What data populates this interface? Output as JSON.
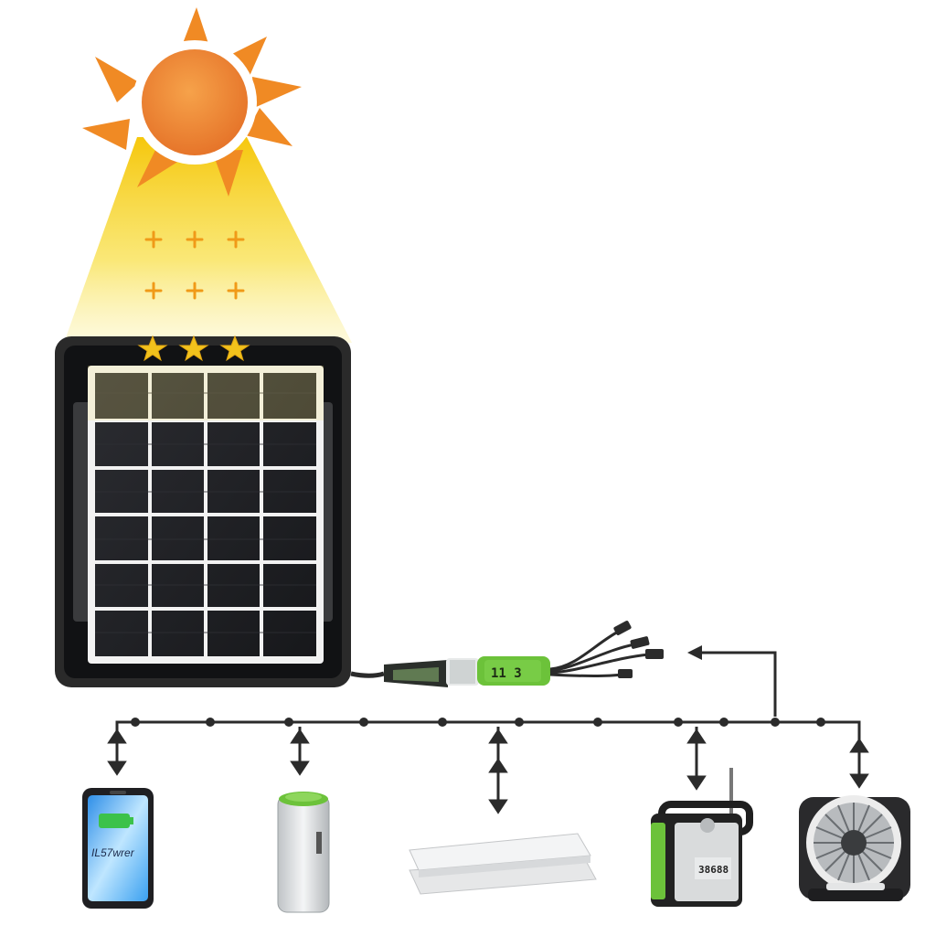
{
  "diagram": {
    "controller_display": "11 3",
    "phone_screen_text": "IL57wrer",
    "power_station_label": "38688"
  },
  "colors": {
    "sun": "#f08a24",
    "sun_ray": "#f4a23b",
    "beam": "#f7d61a",
    "sparkle": "#f0a020",
    "panel_frame": "#2a2a2a",
    "panel_cell": "#1e1e22",
    "panel_grid": "#f2f2f2",
    "accent_green": "#6cc23a",
    "wire": "#2b2b2b"
  },
  "devices": [
    {
      "id": "phone",
      "icon": "smartphone-icon"
    },
    {
      "id": "battery",
      "icon": "battery-cell-icon"
    },
    {
      "id": "power-bank",
      "icon": "power-bank-icon"
    },
    {
      "id": "power-station",
      "icon": "portable-power-station-icon"
    },
    {
      "id": "fan",
      "icon": "desk-fan-icon"
    }
  ]
}
